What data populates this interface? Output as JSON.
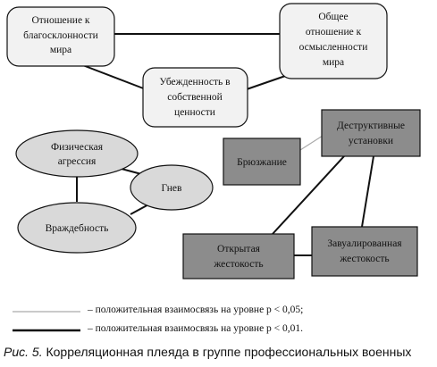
{
  "nodes": {
    "otnoshenie_blago": [
      "Отношение к",
      "благосклонности",
      "мира"
    ],
    "obshchee_otnoshenie": [
      "Общее",
      "отношение к",
      "осмысленности",
      "мира"
    ],
    "ubezhdennost": [
      "Убежденность в",
      "собственной",
      "ценности"
    ],
    "destruktivnye": [
      "Деструктивные",
      "установки"
    ],
    "bryuzhanie": [
      "Брюзжание"
    ],
    "fizicheskaya_agressiya": [
      "Физическая",
      "агрессия"
    ],
    "gnev": [
      "Гнев"
    ],
    "vrazhdebnost": [
      "Враждебность"
    ],
    "otkrytaya_zhestokost": [
      "Открытая",
      "жестокость"
    ],
    "zavualirovannaya_zhestokost": [
      "Завуалированная",
      "жестокость"
    ]
  },
  "legend": {
    "thin": "– положительная взаимосвязь на уровне p < 0,05;",
    "thick": "– положительная взаимосвязь на уровне p < 0,01."
  },
  "caption": {
    "prefix": "Рис. 5.",
    "text": " Корреляционная плеяда в группе профессиональных военных"
  },
  "colors": {
    "rounded_fill": "#f2f2f2",
    "ellipse_fill": "#d9d9d9",
    "dark_fill": "#8c8c8c",
    "stroke": "#111111",
    "thin_line": "#999999"
  }
}
